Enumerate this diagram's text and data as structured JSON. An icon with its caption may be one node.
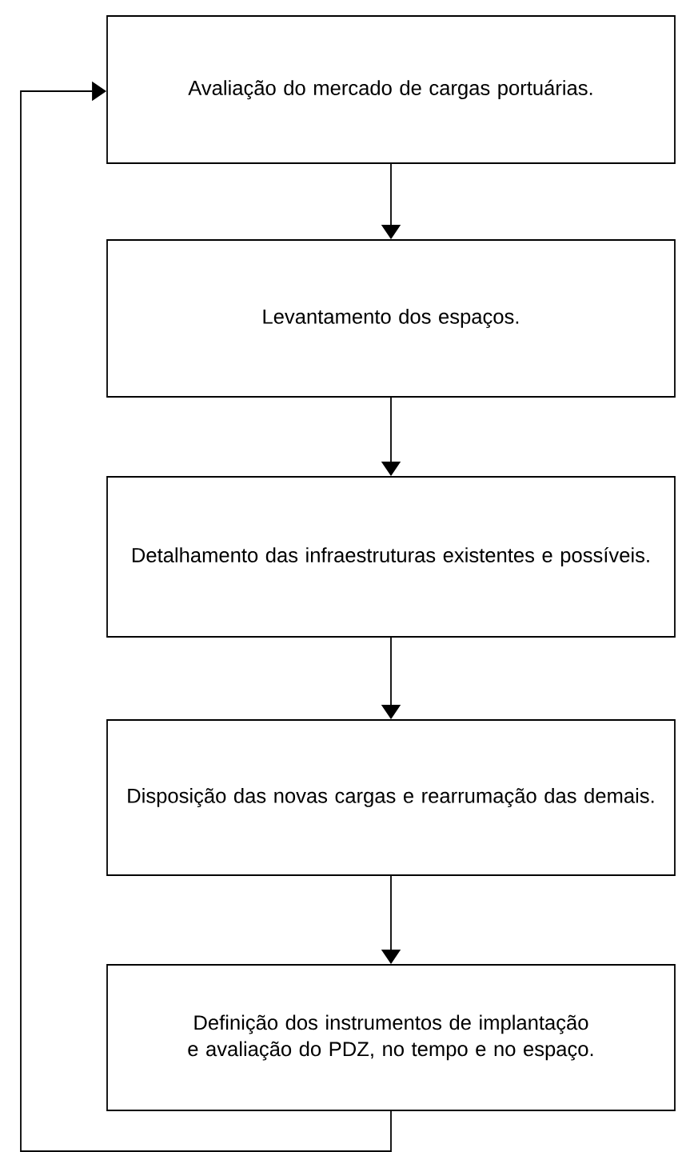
{
  "diagram": {
    "nodes": [
      {
        "text": [
          "Avaliação do mercado de cargas portuárias."
        ]
      },
      {
        "text": [
          "Levantamento dos espaços."
        ]
      },
      {
        "text": [
          "Detalhamento das infraestruturas existentes e possíveis."
        ]
      },
      {
        "text": [
          "Disposição das novas cargas e rearrumação das demais."
        ]
      },
      {
        "text": [
          "Definição dos instrumentos de implantação e avaliação do PDZ, no tempo e no espaço."
        ]
      }
    ],
    "edges": [
      {
        "from": 0,
        "to": 1,
        "arrow": "to"
      },
      {
        "from": 1,
        "to": 2,
        "arrow": "to"
      },
      {
        "from": 2,
        "to": 3,
        "arrow": "to"
      },
      {
        "from": 3,
        "to": 4,
        "arrow": "to"
      },
      {
        "from": 4,
        "to": 0,
        "arrow": "to"
      }
    ]
  }
}
